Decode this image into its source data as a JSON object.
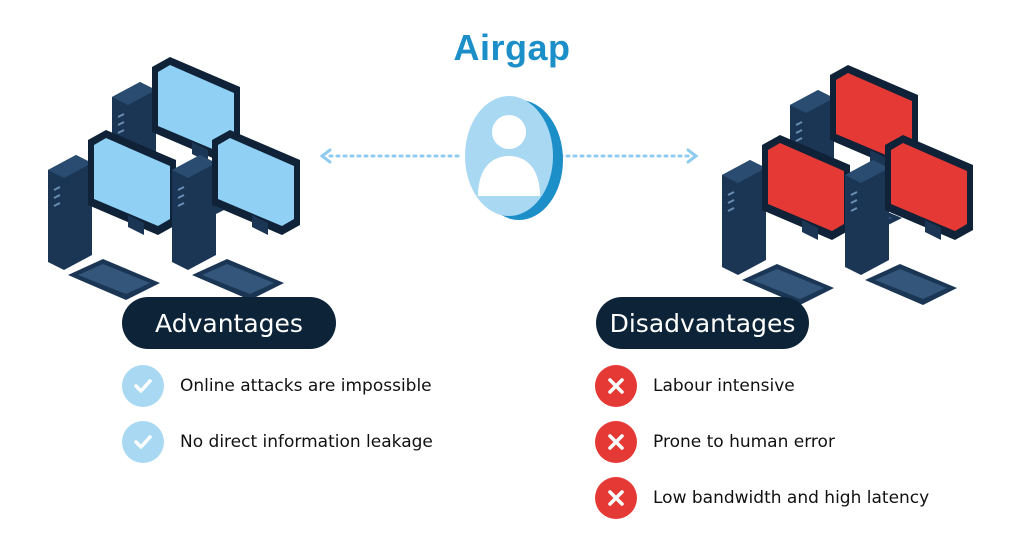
{
  "title": "Airgap",
  "colors": {
    "title": "#1c8fc9",
    "pill_background": "#0d2338",
    "secure_screen": "#8fd0f4",
    "insecure_screen": "#e53935",
    "check_badge": "#a9d8f3",
    "cross_badge": "#e53935"
  },
  "illustration": {
    "left_group": "computer-cluster-blue",
    "right_group": "computer-cluster-red",
    "center_icon": "user-disc-icon",
    "connectors": "dotted-double-arrow"
  },
  "advantages": {
    "heading": "Advantages",
    "icon": "check-icon",
    "items": [
      "Online attacks are impossible",
      "No direct information leakage"
    ]
  },
  "disadvantages": {
    "heading": "Disadvantages",
    "icon": "cross-icon",
    "items": [
      "Labour intensive",
      "Prone to human error",
      "Low bandwidth and high latency"
    ]
  }
}
